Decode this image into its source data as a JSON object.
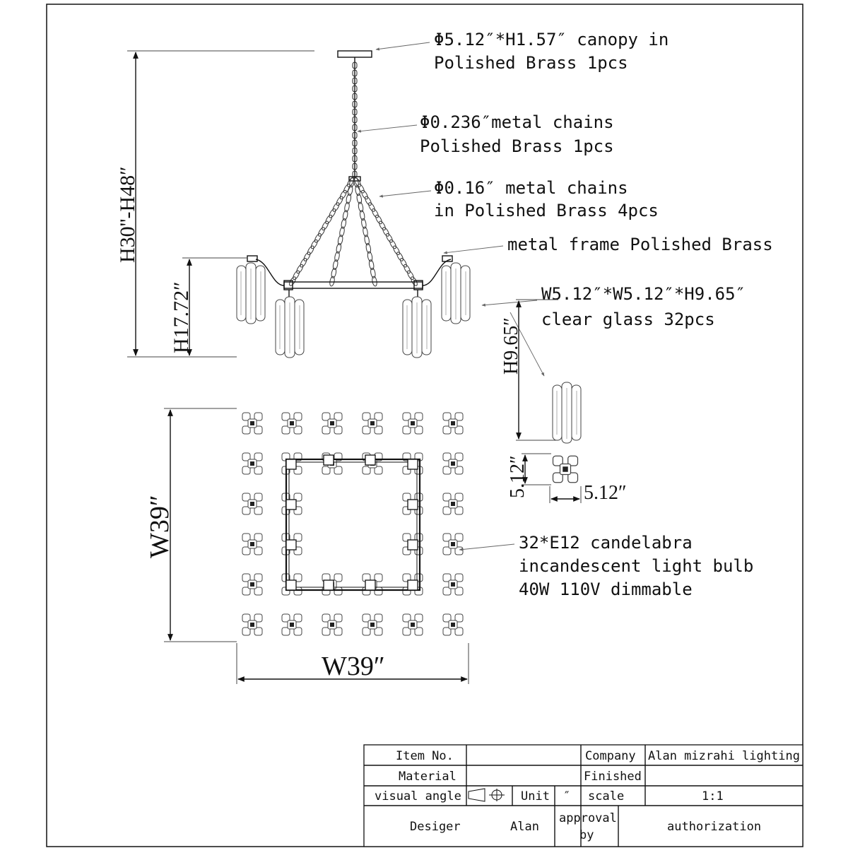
{
  "labels": {
    "canopy": [
      "Φ5.12″*H1.57″ canopy in",
      "Polished Brass 1pcs"
    ],
    "main_chain": [
      "Φ0.236″metal chains",
      "Polished Brass 1pcs"
    ],
    "arm_chains": [
      "Φ0.16″ metal chains",
      " in Polished Brass 4pcs"
    ],
    "frame": "metal frame Polished Brass",
    "glass": [
      "W5.12″*W5.12″*H9.65″",
      "clear glass 32pcs"
    ],
    "bulb": [
      "32*E12 candelabra",
      "incandescent light bulb",
      " 40W 110V dimmable"
    ]
  },
  "dimensions": {
    "overall_height": "H30''-H48″",
    "body_height": "H17.72″",
    "glass_height": "H9.65″",
    "glass_side_v": "5.12″",
    "glass_side_h": "5.12″",
    "width_v": "W39″",
    "width_h": "W39″"
  },
  "title_block": {
    "item_no_label": "Item No.",
    "item_no_value": "",
    "company_label": "Company",
    "company_value": "Alan mizrahi lighting",
    "material_label": "Material",
    "material_value": "",
    "finished_label": "Finished",
    "finished_value": "",
    "visual_angle_label": "visual angle",
    "unit_label": "Unit",
    "unit_value": "″",
    "scale_label": "scale",
    "scale_value": "1:1",
    "designer_label": "Desiger",
    "designer_value": "Alan",
    "approval_label": [
      "approval",
      "by"
    ],
    "authorization_label": "authorization"
  }
}
